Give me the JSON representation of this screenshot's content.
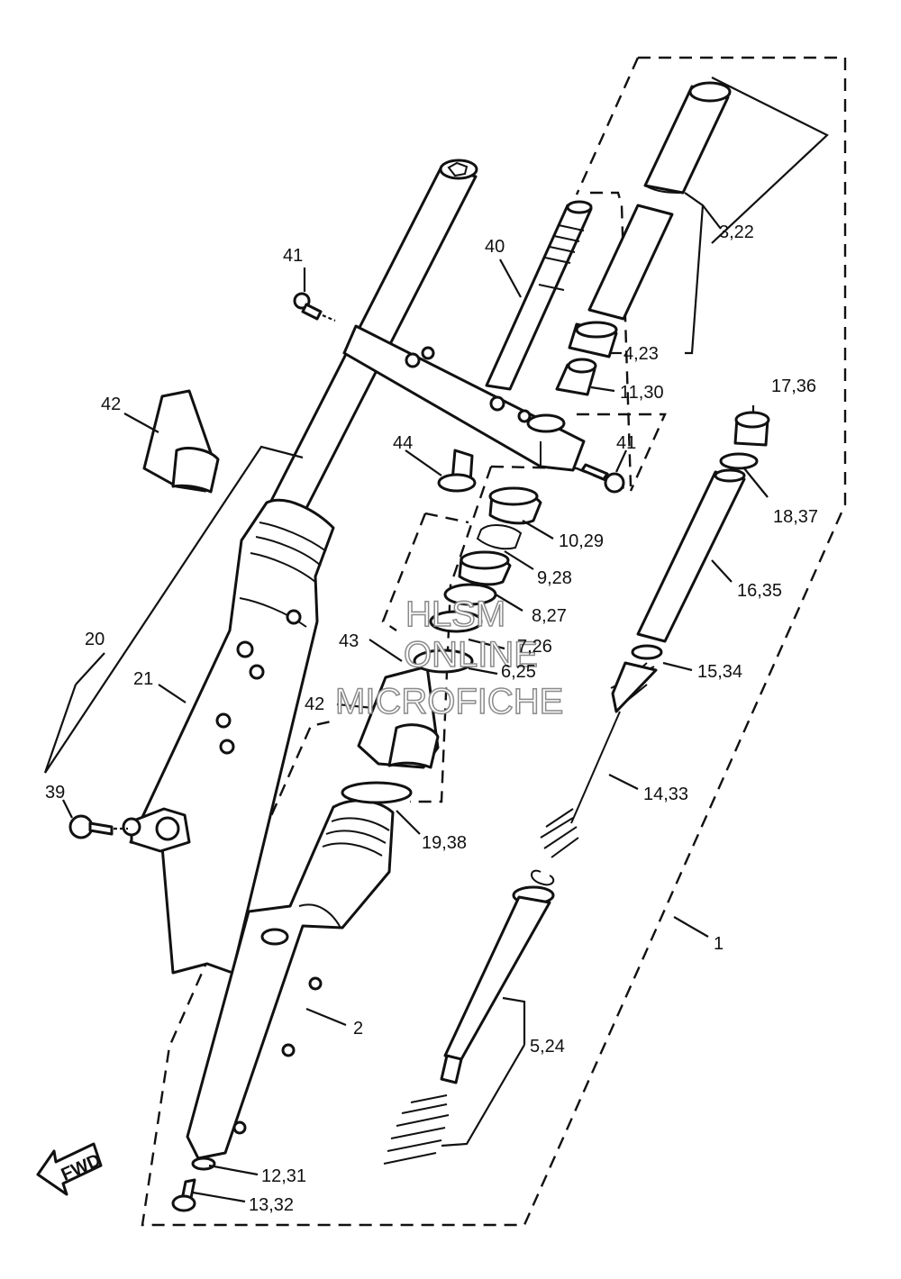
{
  "watermark": {
    "line1": "HLSM",
    "line2": "ONLINE",
    "line3": "MICROFICHE"
  },
  "fwd_label": "FWD",
  "labels": {
    "l_1": "1",
    "l_2": "2",
    "l_3_22": "3,22",
    "l_4_23": "4,23",
    "l_5_24": "5,24",
    "l_6_25": "6,25",
    "l_7_26": "7,26",
    "l_8_27": "8,27",
    "l_9_28": "9,28",
    "l_10_29": "10,29",
    "l_11_30": "11,30",
    "l_12_31": "12,31",
    "l_13_32": "13,32",
    "l_14_33": "14,33",
    "l_15_34": "15,34",
    "l_16_35": "16,35",
    "l_17_36": "17,36",
    "l_18_37": "18,37",
    "l_19_38": "19,38",
    "l_20": "20",
    "l_21": "21",
    "l_39": "39",
    "l_40": "40",
    "l_41a": "41",
    "l_41b": "41",
    "l_42a": "42",
    "l_42b": "42",
    "l_43": "43",
    "l_44": "44"
  }
}
